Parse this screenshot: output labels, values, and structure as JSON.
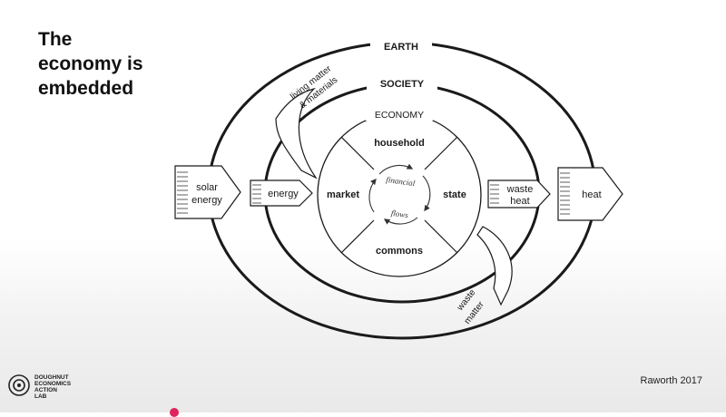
{
  "slide": {
    "title_lines": [
      "The",
      "economy is",
      "embedded"
    ],
    "credit": "Raworth 2017"
  },
  "diagram": {
    "earth": "EARTH",
    "society": "SOCIETY",
    "economy": "ECONOMY",
    "sectors": {
      "household": "household",
      "market": "market",
      "state": "state",
      "commons": "commons"
    },
    "financial": "financial",
    "flows": "flows",
    "inputs": {
      "solar_line1": "solar",
      "solar_line2": "energy",
      "energy": "energy",
      "living_line1": "living matter",
      "living_line2": "& materials"
    },
    "outputs": {
      "waste_heat_line1": "waste",
      "waste_heat_line2": "heat",
      "heat": "heat",
      "waste_matter_line1": "waste",
      "waste_matter_line2": "matter"
    }
  },
  "logo": {
    "lines": [
      "DOUGHNUT",
      "ECONOMICS",
      "ACTION",
      "LAB"
    ]
  }
}
